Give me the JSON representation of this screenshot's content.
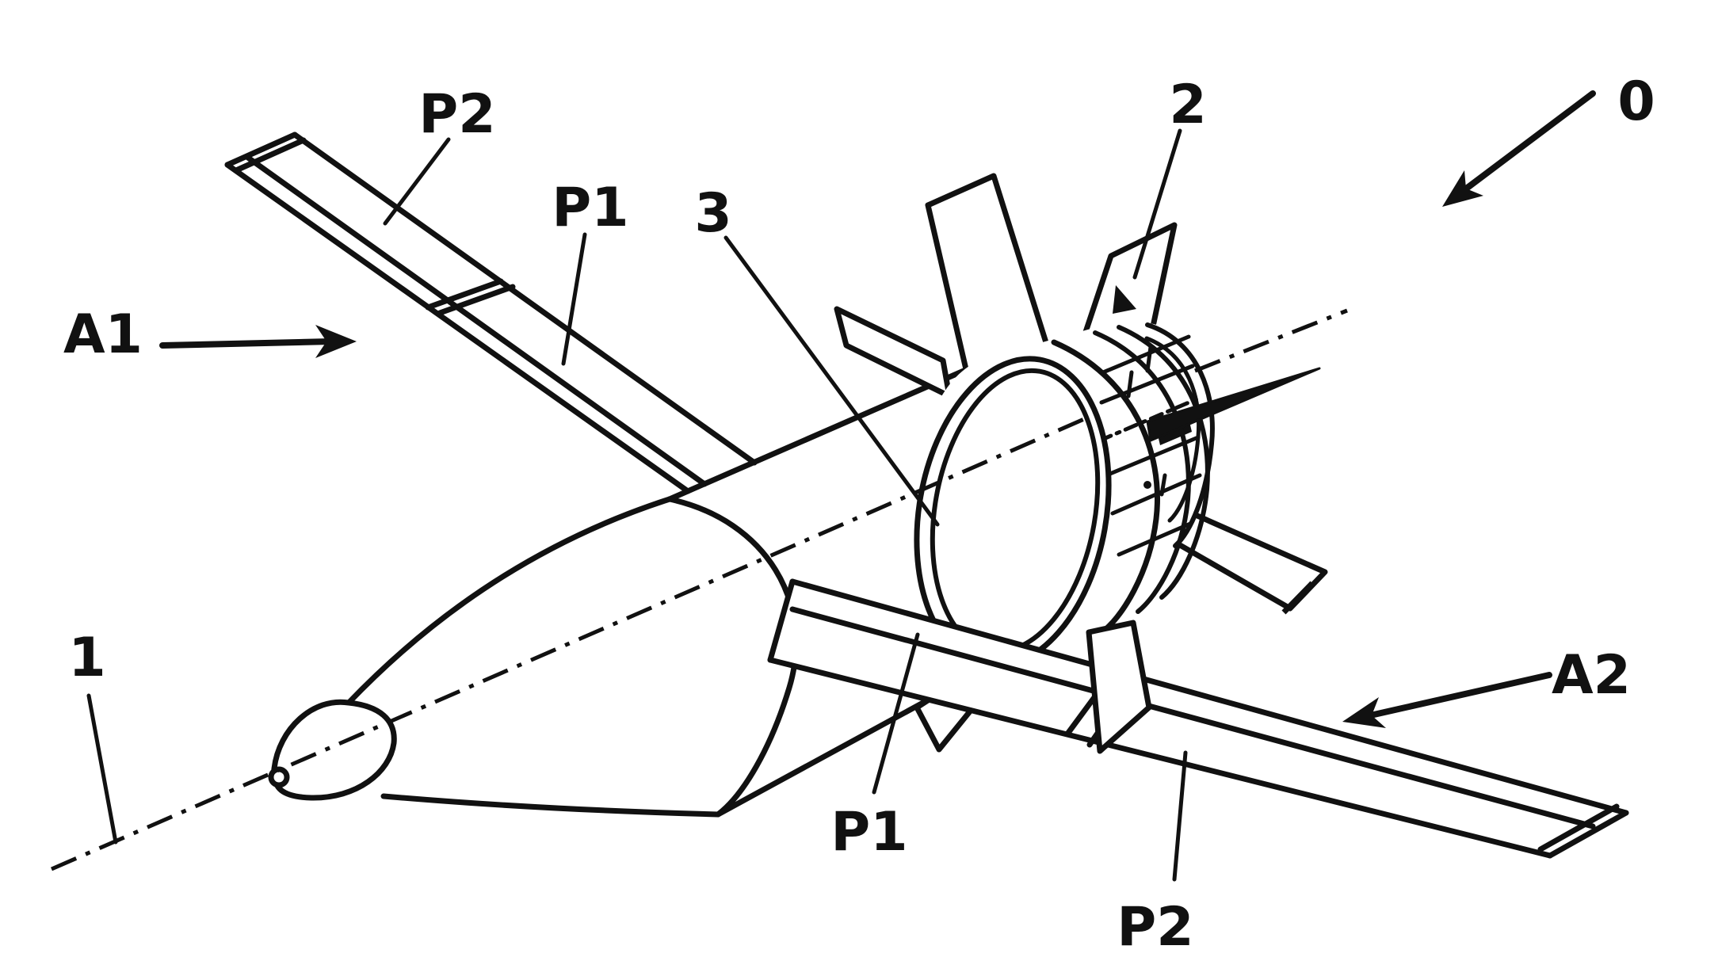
{
  "figure": {
    "kind": "patent-technical-line-drawing",
    "subject": "missile-with-deployed-folding-wings-and-tail-fin-unit",
    "background_color": "#ffffff",
    "line_color": "#111111",
    "labels": {
      "ref0": {
        "text": "0"
      },
      "ref1": {
        "text": "1"
      },
      "ref2": {
        "text": "2"
      },
      "ref3": {
        "text": "3"
      },
      "p2_top": {
        "text": "P2"
      },
      "p1_top": {
        "text": "P1"
      },
      "p1_bottom": {
        "text": "P1"
      },
      "p2_bottom": {
        "text": "P2"
      },
      "a1": {
        "text": "A1"
      },
      "a2": {
        "text": "A2"
      }
    }
  }
}
